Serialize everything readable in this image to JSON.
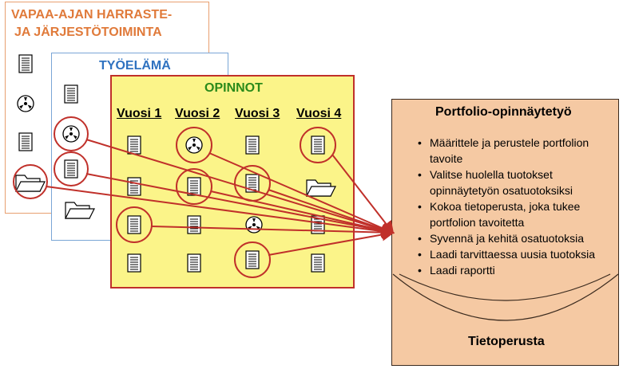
{
  "hobby": {
    "title_line1": "VAPAA-AJAN HARRASTE-",
    "title_line2": "JA JÄRJESTÖTOIMINTA"
  },
  "work": {
    "title": "TYÖELÄMÄ"
  },
  "studies": {
    "title": "OPINNOT",
    "years": [
      "Vuosi 1",
      "Vuosi 2",
      "Vuosi 3",
      "Vuosi 4"
    ]
  },
  "portfolio": {
    "title": "Portfolio-opinnäytetyö",
    "items": [
      "Määrittele ja perustele portfolion",
      "tavoite",
      "Valitse huolella tuotokset",
      "opinnäytetyön osatuotoksiksi",
      "Kokoa tietoperusta, joka tukee",
      "portfolion tavoitetta",
      "Syvennä ja kehitä osatuotoksia",
      "Laadi tarvittaessa uusia tuotoksia",
      "Laadi raportti"
    ],
    "knowledge_base": "Tietoperusta"
  },
  "icons": [
    "document-icon",
    "radiation-disc-icon",
    "folder-icon"
  ],
  "colors": {
    "hobby": "#e07a3a",
    "work": "#2f72c0",
    "studies_bg": "#fbf489",
    "studies_border": "#c0302a",
    "studies_title": "#2a8a1a",
    "portfolio_bg": "#f5c9a3",
    "arrow": "#c0302a"
  }
}
